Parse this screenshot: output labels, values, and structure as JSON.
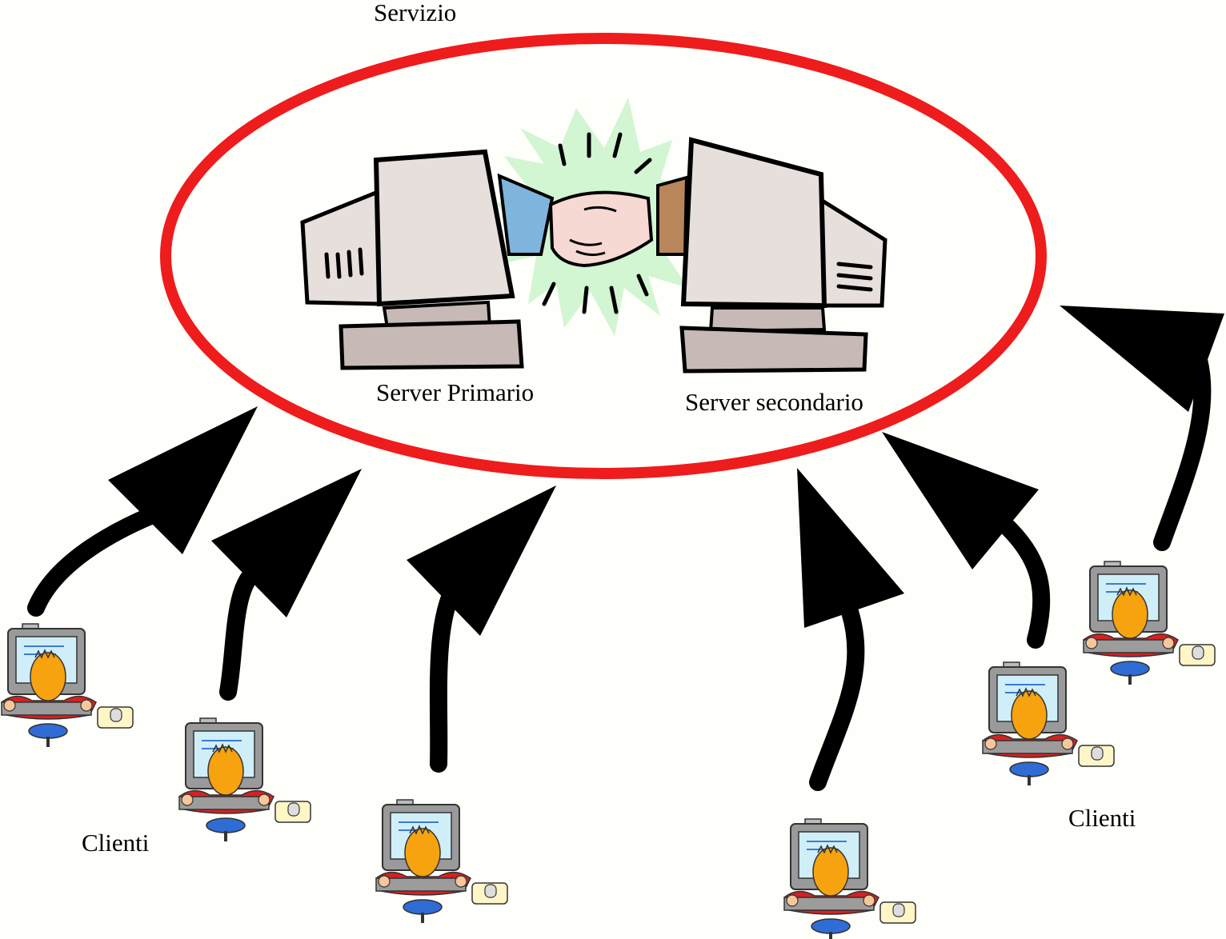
{
  "labels": {
    "service": "Servizio",
    "primary_server": "Server Primario",
    "secondary_server": "Server secondario",
    "clients_left": "Clienti",
    "clients_right": "Clienti"
  },
  "colors": {
    "service_ring": "#ee1c1c",
    "arrow": "#000000",
    "monitor_body": "#e8e0dc",
    "burst": "#d2f5d2",
    "client_hair": "#f7a30f",
    "client_shirt": "#d52121",
    "client_seat": "#2f6cd6"
  },
  "icons": [
    "handshake-icon",
    "monitor-icon",
    "client-workstation-icon"
  ],
  "client_count": 6
}
